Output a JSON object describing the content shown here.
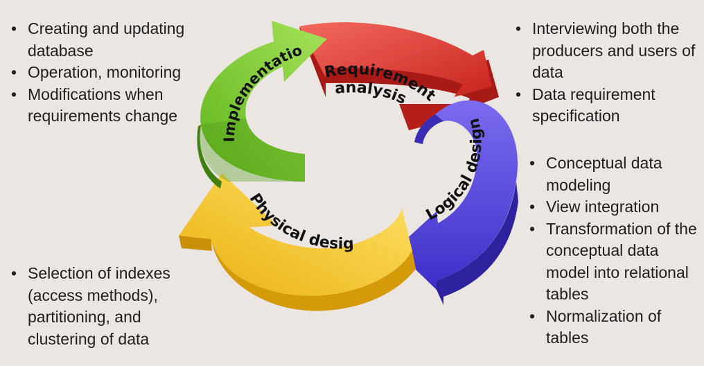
{
  "colors": {
    "background": "#ece6e3",
    "requirement": "#e8403b",
    "logical": "#5a45e0",
    "physical": "#f5c92a",
    "implementation": "#7ecf2d"
  },
  "stages": {
    "requirement": {
      "line1": "Requirement",
      "line2": "analysis"
    },
    "logical": {
      "label": "Logical design"
    },
    "physical": {
      "label": "Physical design"
    },
    "implementation": {
      "label": "Implementation"
    }
  },
  "implementation_notes": [
    "Creating and updating database",
    "Operation, monitoring",
    "Modifications when requirements change"
  ],
  "requirement_notes": [
    "Interviewing both the producers and users of data",
    "Data requirement specification"
  ],
  "logical_notes": [
    "Conceptual data modeling",
    "View integration",
    "Transformation of the conceptual data model into relational tables",
    "Normalization of tables"
  ],
  "physical_notes": [
    "Selection of indexes (access methods), partitioning, and clustering of data"
  ]
}
